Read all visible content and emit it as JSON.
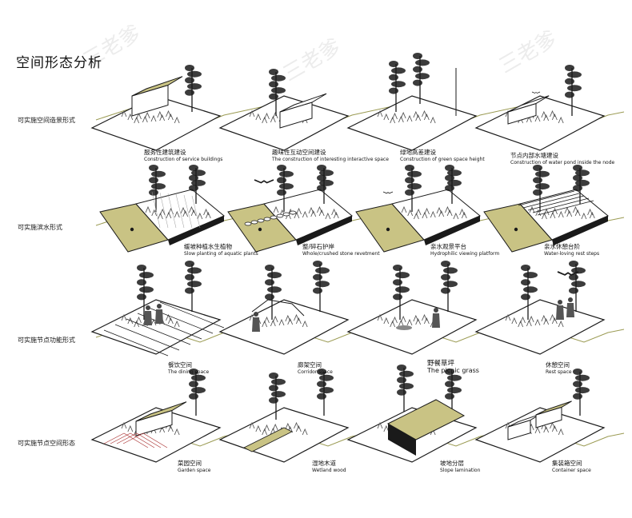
{
  "page_title": "空间形态分析",
  "watermark": "三老爹",
  "rows": [
    {
      "label": "可实施空间造景形式",
      "cells": [
        {
          "zh": "服务性建筑建设",
          "en": "Construction of service buildings",
          "kind": "building"
        },
        {
          "zh": "趣味性互动空间建设",
          "en": "The construction of interesting interactive space",
          "kind": "interactive"
        },
        {
          "zh": "绿地高差建设",
          "en": "Construction of green space height",
          "kind": "greenheight"
        },
        {
          "zh": "节点内部水塘建设",
          "en": "Construction of water pond inside the node",
          "kind": "pond"
        }
      ]
    },
    {
      "label": "可实施滨水形式",
      "cells": [
        {
          "zh": "缓坡种植水生植物",
          "en": "Slow planting of aquatic plants",
          "kind": "slope"
        },
        {
          "zh": "整/碎石护岸",
          "en": "Whole/crushed stone revetment",
          "kind": "stone"
        },
        {
          "zh": "亲水观景平台",
          "en": "Hydrophilic viewing platform",
          "kind": "platform"
        },
        {
          "zh": "亲水休憩台阶",
          "en": "Water-loving rest steps",
          "kind": "steps"
        }
      ]
    },
    {
      "label": "可实施节点功能形式",
      "cells": [
        {
          "zh": "餐饮空间",
          "en": "The dining space",
          "kind": "dining"
        },
        {
          "zh": "廊架空间",
          "en": "Corridor space",
          "kind": "corridor"
        },
        {
          "zh": "野餐草坪",
          "en": "The picnic grass",
          "kind": "picnic"
        },
        {
          "zh": "休憩空间",
          "en": "Rest space",
          "kind": "rest"
        }
      ]
    },
    {
      "label": "可实施节点空间形态",
      "cells": [
        {
          "zh": "菜园空间",
          "en": "Garden space",
          "kind": "garden"
        },
        {
          "zh": "湿地木道",
          "en": "Wetland wood",
          "kind": "wetland"
        },
        {
          "zh": "坡地分层",
          "en": "Slope lamination",
          "kind": "lamination"
        },
        {
          "zh": "集装箱空间",
          "en": "Container space",
          "kind": "container"
        }
      ]
    }
  ],
  "colors": {
    "ground": "#c9c384",
    "ground_dark": "#b5ad62",
    "line": "#9a9a52",
    "ink": "#1a1a1a",
    "grass": "#555555"
  }
}
